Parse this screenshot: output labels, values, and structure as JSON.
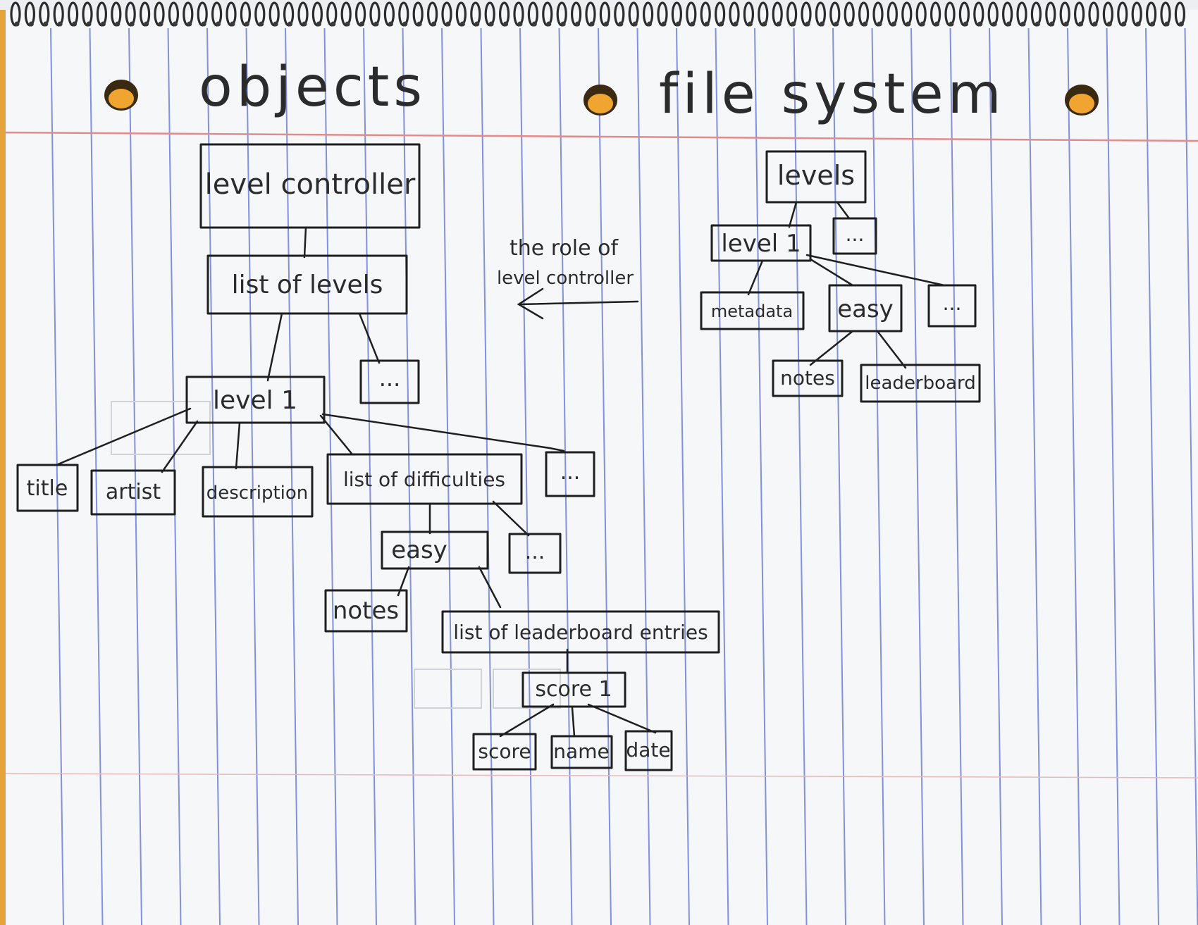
{
  "headings": {
    "objects": "objects",
    "file_system": "file system"
  },
  "objects_tree": {
    "root": "level controller",
    "list_of_levels": "list of levels",
    "level1": "level 1",
    "levels_more": "...",
    "title": "title",
    "artist": "artist",
    "description": "description",
    "list_of_difficulties": "list of difficulties",
    "level_more": "...",
    "easy": "easy",
    "difficulties_more": "...",
    "notes": "notes",
    "list_of_leaderboard_entries": "list of leaderboard entries",
    "score1": "score 1",
    "score": "score",
    "name": "name",
    "date": "date"
  },
  "annotation": {
    "line1": "the role of",
    "line2": "level controller"
  },
  "file_system_tree": {
    "levels": "levels",
    "levels_more": "...",
    "level1": "level 1",
    "metadata": "metadata",
    "easy": "easy",
    "level_more": "...",
    "notes": "notes",
    "leaderboard": "leaderboard"
  },
  "colors": {
    "paper": "#f6f7f9",
    "rule_blue": "#5b6fd6",
    "margin_red": "#e38a8a",
    "ink": "#1f1f1f",
    "binder_gold": "#e6a23c"
  }
}
